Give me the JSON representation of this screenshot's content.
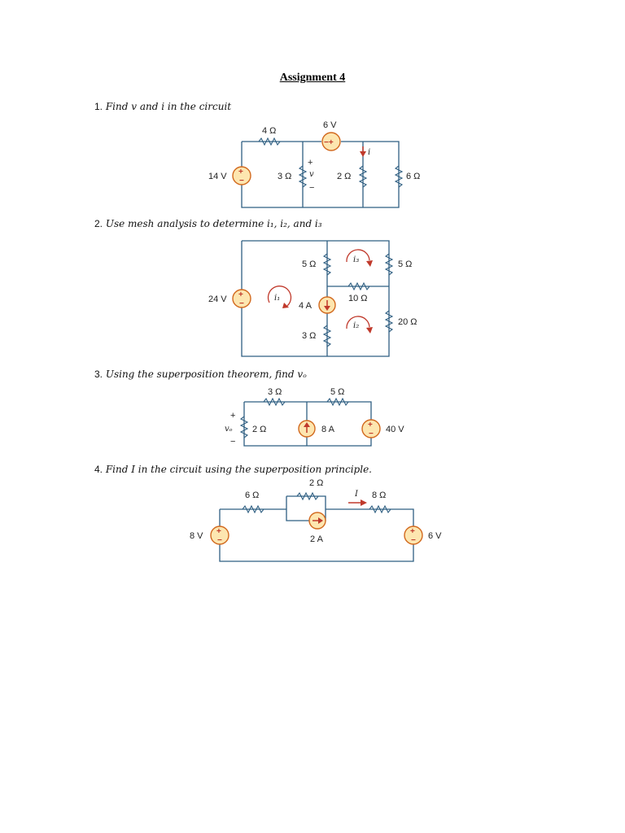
{
  "document": {
    "title": "Assignment 4"
  },
  "questions": [
    {
      "number": "1.",
      "text": "Find v and i in the circuit"
    },
    {
      "number": "2.",
      "text": "Use mesh analysis to determine i₁, i₂, and i₃"
    },
    {
      "number": "3.",
      "text": "Using the superposition theorem, find vₒ"
    },
    {
      "number": "4.",
      "text": "Find I in the circuit using the superposition principle."
    }
  ],
  "circuit1": {
    "source_left": "14 V",
    "source_top": "6 V",
    "r_top": "4 Ω",
    "r_mid1": "3 Ω",
    "r_mid2": "2 Ω",
    "r_right": "6 Ω",
    "v_label": "v",
    "v_plus": "+",
    "v_minus": "−",
    "i_label": "i"
  },
  "circuit2": {
    "source_left": "24 V",
    "r_top_mid": "5 Ω",
    "r_bot_mid": "3 Ω",
    "r_right_top": "5 Ω",
    "r_right_bot": "20 Ω",
    "r_inner": "10 Ω",
    "current_source": "4 A",
    "mesh1": "i₁",
    "mesh2": "i₂",
    "mesh3": "i₃"
  },
  "circuit3": {
    "r_top_left": "3 Ω",
    "r_top_right": "5 Ω",
    "r_left": "2 Ω",
    "current_source": "8 A",
    "voltage_source": "40 V",
    "vo_label": "vₒ",
    "vo_plus": "+",
    "vo_minus": "−"
  },
  "circuit4": {
    "source_left": "8 V",
    "source_right": "6 V",
    "r_left": "6 Ω",
    "r_mid": "2 Ω",
    "r_right": "8 Ω",
    "current_source": "2 A",
    "i_label": "I"
  },
  "colors": {
    "wire": "#2f5f82",
    "source_fill": "#fde6b0",
    "source_stroke": "#d2691e",
    "arrow": "#c0392b"
  }
}
